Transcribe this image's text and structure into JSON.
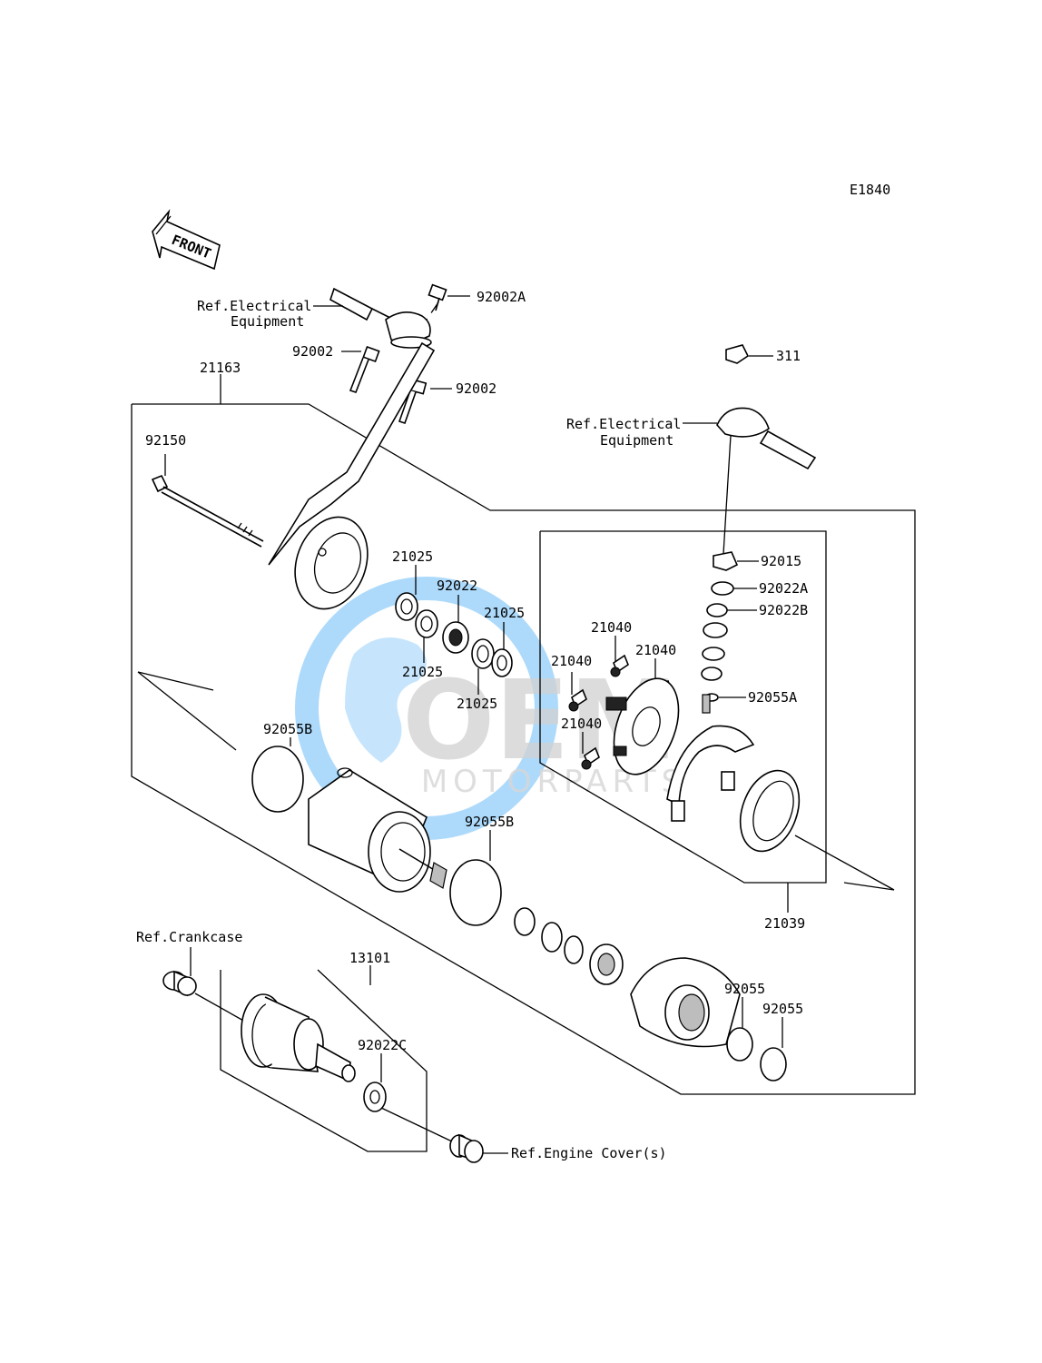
{
  "diagram_code": "E1840",
  "front_label": "FRONT",
  "watermark": {
    "brand": "OEM",
    "subtitle": "MOTORPARTS",
    "color": "#3fa9f5"
  },
  "refs": {
    "electrical_top_line1": "Ref.Electrical",
    "electrical_top_line2": "Equipment",
    "electrical_right_line1": "Ref.Electrical",
    "electrical_right_line2": "Equipment",
    "crankcase": "Ref.Crankcase",
    "engine_cover": "Ref.Engine Cover(s)"
  },
  "parts": {
    "p92002A": "92002A",
    "p92002_a": "92002",
    "p92002_b": "92002",
    "p21163": "21163",
    "p92150": "92150",
    "p311": "311",
    "p92015": "92015",
    "p92022A": "92022A",
    "p92022B": "92022B",
    "p92055A": "92055A",
    "p21025_a": "21025",
    "p92022": "92022",
    "p21025_b": "21025",
    "p21025_c": "21025",
    "p21025_d": "21025",
    "p21040_a": "21040",
    "p21040_b": "21040",
    "p21040_c": "21040",
    "p21040_d": "21040",
    "p92055B_a": "92055B",
    "p92055B_b": "92055B",
    "p21039": "21039",
    "p13101": "13101",
    "p92022C": "92022C",
    "p92055_a": "92055",
    "p92055_b": "92055"
  }
}
